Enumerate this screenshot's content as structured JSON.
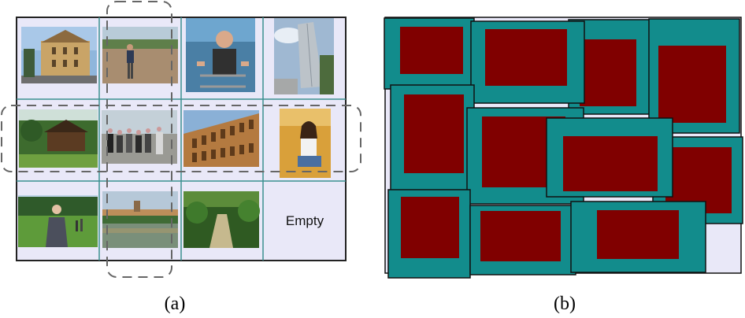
{
  "panel_a": {
    "caption": "(a)",
    "empty_cell_label": "Empty",
    "colors": {
      "cell_bg": "#e9e8f8",
      "grid_line": "#3b8f8f",
      "frame": "#222222",
      "dash": "#666666"
    },
    "photos": [
      {
        "name": "photo-ornate-building",
        "row": 0,
        "col": 0,
        "scene": "building"
      },
      {
        "name": "photo-man-on-beach",
        "row": 0,
        "col": 1,
        "scene": "beach"
      },
      {
        "name": "photo-boy-on-ride",
        "row": 0,
        "col": 2,
        "scene": "ride"
      },
      {
        "name": "photo-skyscraper",
        "row": 0,
        "col": 3,
        "scene": "tower"
      },
      {
        "name": "photo-garden-house",
        "row": 1,
        "col": 0,
        "scene": "garden"
      },
      {
        "name": "photo-group-on-shore",
        "row": 1,
        "col": 1,
        "scene": "group"
      },
      {
        "name": "photo-colosseum",
        "row": 1,
        "col": 2,
        "scene": "colosseum"
      },
      {
        "name": "photo-girl-in-wheat",
        "row": 1,
        "col": 3,
        "scene": "wheat"
      },
      {
        "name": "photo-woman-on-lawn",
        "row": 2,
        "col": 0,
        "scene": "lawn"
      },
      {
        "name": "photo-castle-by-river",
        "row": 2,
        "col": 1,
        "scene": "castle"
      },
      {
        "name": "photo-forest-path",
        "row": 2,
        "col": 2,
        "scene": "forest"
      }
    ]
  },
  "panel_b": {
    "caption": "(b)",
    "colors": {
      "outer": "#128c8c",
      "inner": "#800000",
      "background": "#e9e8f8",
      "border": "#111111"
    }
  }
}
